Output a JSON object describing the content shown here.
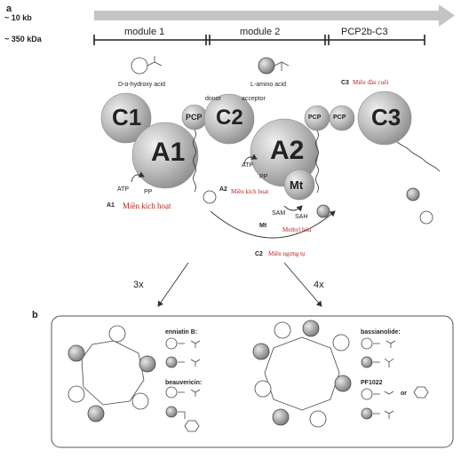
{
  "panel_a": {
    "label": "a",
    "scale_gene": "~ 10 kb",
    "scale_protein": "~ 350 kDa",
    "module1": "module 1",
    "module2": "module 2",
    "module3": "PCP2b-C3",
    "substrate1": "D-α-hydroxy acid",
    "substrate2": "L-amino acid",
    "c3_label": "C3",
    "c3_red": "Miền đầu cuối",
    "donor": "donor",
    "acceptor": "acceptor",
    "domains": {
      "c1": "C1",
      "a1": "A1",
      "pcp1": "PCP",
      "c2": "C2",
      "a2": "A2",
      "mt": "Mt",
      "pcp2a": "PCP",
      "pcp2b": "PCP",
      "c3": "C3"
    },
    "atp1": "ATP",
    "pp1": "PP",
    "a1_small": "A1",
    "a1_red": "Miền kích hoạt",
    "atp2": "ATP",
    "pp2": "PP",
    "a2_small": "A2",
    "a2_red": "Miền kích hoạt",
    "sam": "SAM",
    "sah": "SAH",
    "mt_small": "Mt",
    "mt_red": "Methyl hóa",
    "c2_small": "C2",
    "c2_red": "Miền ngưng tụ",
    "mult_left": "3x",
    "mult_right": "4x"
  },
  "panel_b": {
    "label": "b",
    "enniatin": "enniatin B:",
    "beauvericin": "beauvericin:",
    "bassianolide": "bassianolide:",
    "pf1022": "PF1022",
    "or": "or"
  }
}
